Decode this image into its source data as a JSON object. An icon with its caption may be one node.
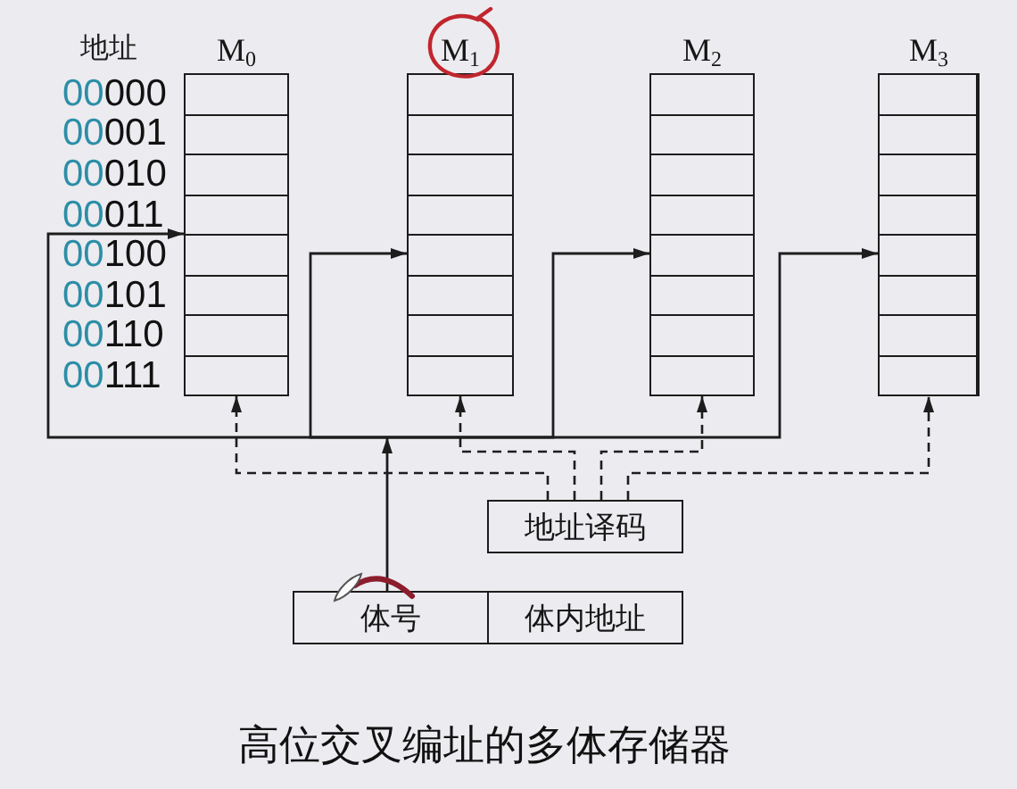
{
  "diagram": {
    "caption": "高位交叉编址的多体存储器",
    "nodes": [
      {
        "text": [
          "M$_{0}$"
        ],
        "beside": [
          "00000",
          "00001",
          "00010",
          "00011",
          "00100",
          "00101",
          "00110",
          "00111"
        ]
      },
      {
        "text": [
          "M$_{1}$"
        ]
      },
      {
        "text": [
          "M$_{2}$"
        ]
      },
      {
        "text": [
          "M$_{3}$"
        ]
      },
      {
        "text": [
          "地址译码"
        ]
      },
      {
        "text": [
          "体号"
        ]
      },
      {
        "text": [
          "体内地址"
        ]
      }
    ],
    "edges": [
      {
        "from": 5,
        "to": 0,
        "arrow": "to"
      },
      {
        "from": 5,
        "to": 1,
        "arrow": "to"
      },
      {
        "from": 5,
        "to": 2,
        "arrow": "to"
      },
      {
        "from": 5,
        "to": 3,
        "arrow": "to"
      },
      {
        "from": 4,
        "to": 0,
        "arrow": "to",
        "style": "dashed"
      },
      {
        "from": 4,
        "to": 1,
        "arrow": "to",
        "style": "dashed"
      },
      {
        "from": 4,
        "to": 2,
        "arrow": "to",
        "style": "dashed"
      },
      {
        "from": 4,
        "to": 3,
        "arrow": "to",
        "style": "dashed"
      }
    ],
    "labels": [
      "地址"
    ]
  }
}
